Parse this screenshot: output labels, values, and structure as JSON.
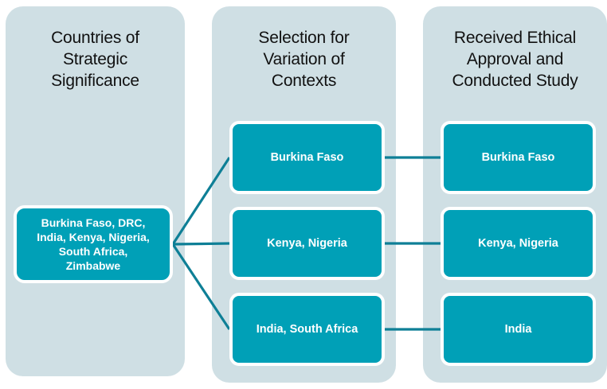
{
  "diagram": {
    "title_implicit": "Country selection flow",
    "accent_color": "#00a0b7",
    "panel_color": "#cfdfe4",
    "connector_color": "#0e7f96",
    "box_text_color": "#ffffff",
    "title_text_color": "#111111"
  },
  "columns": [
    {
      "id": "countries-of-strategic-significance",
      "title": "Countries of\nStrategic\nSignificance",
      "nodes": [
        {
          "id": "source",
          "label": "Burkina Faso, DRC,\nIndia, Kenya, Nigeria,\nSouth Africa,\nZimbabwe"
        }
      ]
    },
    {
      "id": "selection-for-variation-of-contexts",
      "title": "Selection for\nVariation of\nContexts",
      "nodes": [
        {
          "id": "mid-0",
          "label": "Burkina Faso"
        },
        {
          "id": "mid-1",
          "label": "Kenya, Nigeria"
        },
        {
          "id": "mid-2",
          "label": "India, South Africa"
        }
      ]
    },
    {
      "id": "received-ethical-approval-and-conducted-study",
      "title": "Received Ethical\nApproval and\nConducted Study",
      "nodes": [
        {
          "id": "right-0",
          "label": "Burkina Faso"
        },
        {
          "id": "right-1",
          "label": "Kenya, Nigeria"
        },
        {
          "id": "right-2",
          "label": "India"
        }
      ]
    }
  ],
  "connections": [
    {
      "from": "source",
      "to": "mid-0",
      "style": "diagonal"
    },
    {
      "from": "source",
      "to": "mid-1",
      "style": "straight"
    },
    {
      "from": "source",
      "to": "mid-2",
      "style": "diagonal"
    },
    {
      "from": "mid-0",
      "to": "right-0",
      "style": "straight"
    },
    {
      "from": "mid-1",
      "to": "right-1",
      "style": "straight"
    },
    {
      "from": "mid-2",
      "to": "right-2",
      "style": "straight"
    }
  ]
}
